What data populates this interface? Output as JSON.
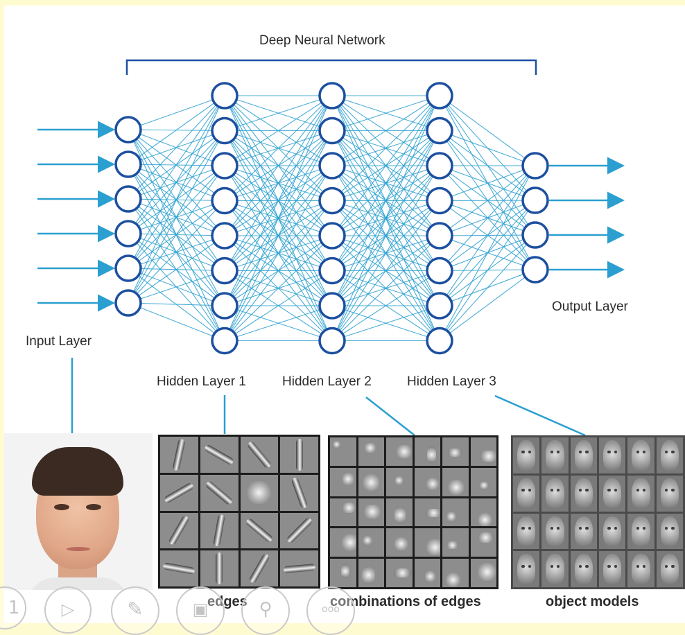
{
  "title": "Deep Neural Network",
  "layers": {
    "input": {
      "label": "Input Layer",
      "nodes": 6
    },
    "hidden": [
      {
        "label": "Hidden Layer 1",
        "nodes": 8
      },
      {
        "label": "Hidden Layer 2",
        "nodes": 8
      },
      {
        "label": "Hidden Layer 3",
        "nodes": 8
      }
    ],
    "output": {
      "label": "Output Layer",
      "nodes": 4
    }
  },
  "features": {
    "edges": "edges",
    "combinations": "combinations of edges",
    "objects": "object models"
  },
  "colors": {
    "node": "#1c4fa0",
    "connection": "#2a9fd0",
    "bracket": "#1c4fa0",
    "pointer": "#2a9fd0"
  },
  "player_controls": [
    "previous-icon",
    "play-icon",
    "pen-icon",
    "screen-icon",
    "zoom-icon",
    "more-icon"
  ],
  "player_controls_text": {
    "more": "ooo"
  }
}
